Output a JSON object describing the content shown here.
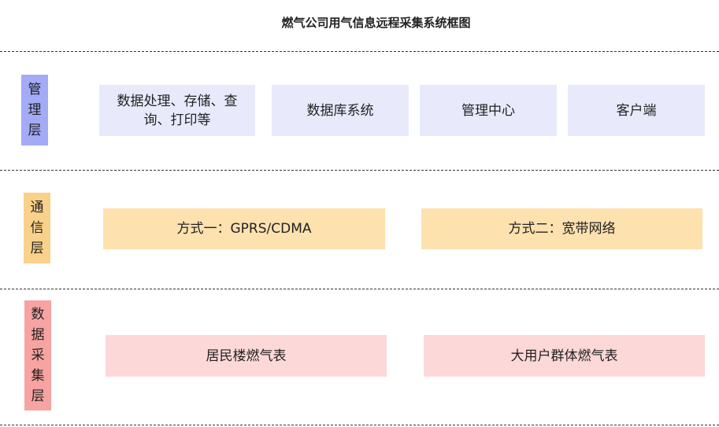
{
  "title": "燃气公司用气信息远程采集系统框图",
  "colors": {
    "management_label": "#a3aaf6",
    "communication_label": "#fad18a",
    "acquisition_label": "#f6a3a1",
    "management_box": "#e8eafc",
    "communication_box": "#fde1ae",
    "acquisition_box": "#fdd8d8",
    "divider": "#333333"
  },
  "layers": {
    "management": {
      "label": "管理层",
      "boxes": [
        "数据处理、存储、查询、打印等",
        "数据库系统",
        "管理中心",
        "客户端"
      ]
    },
    "communication": {
      "label": "通信层",
      "boxes": [
        "方式一：GPRS/CDMA",
        "方式二：宽带网络"
      ]
    },
    "acquisition": {
      "label": "数据采集层",
      "boxes": [
        "居民楼燃气表",
        "大用户群体燃气表"
      ]
    }
  }
}
